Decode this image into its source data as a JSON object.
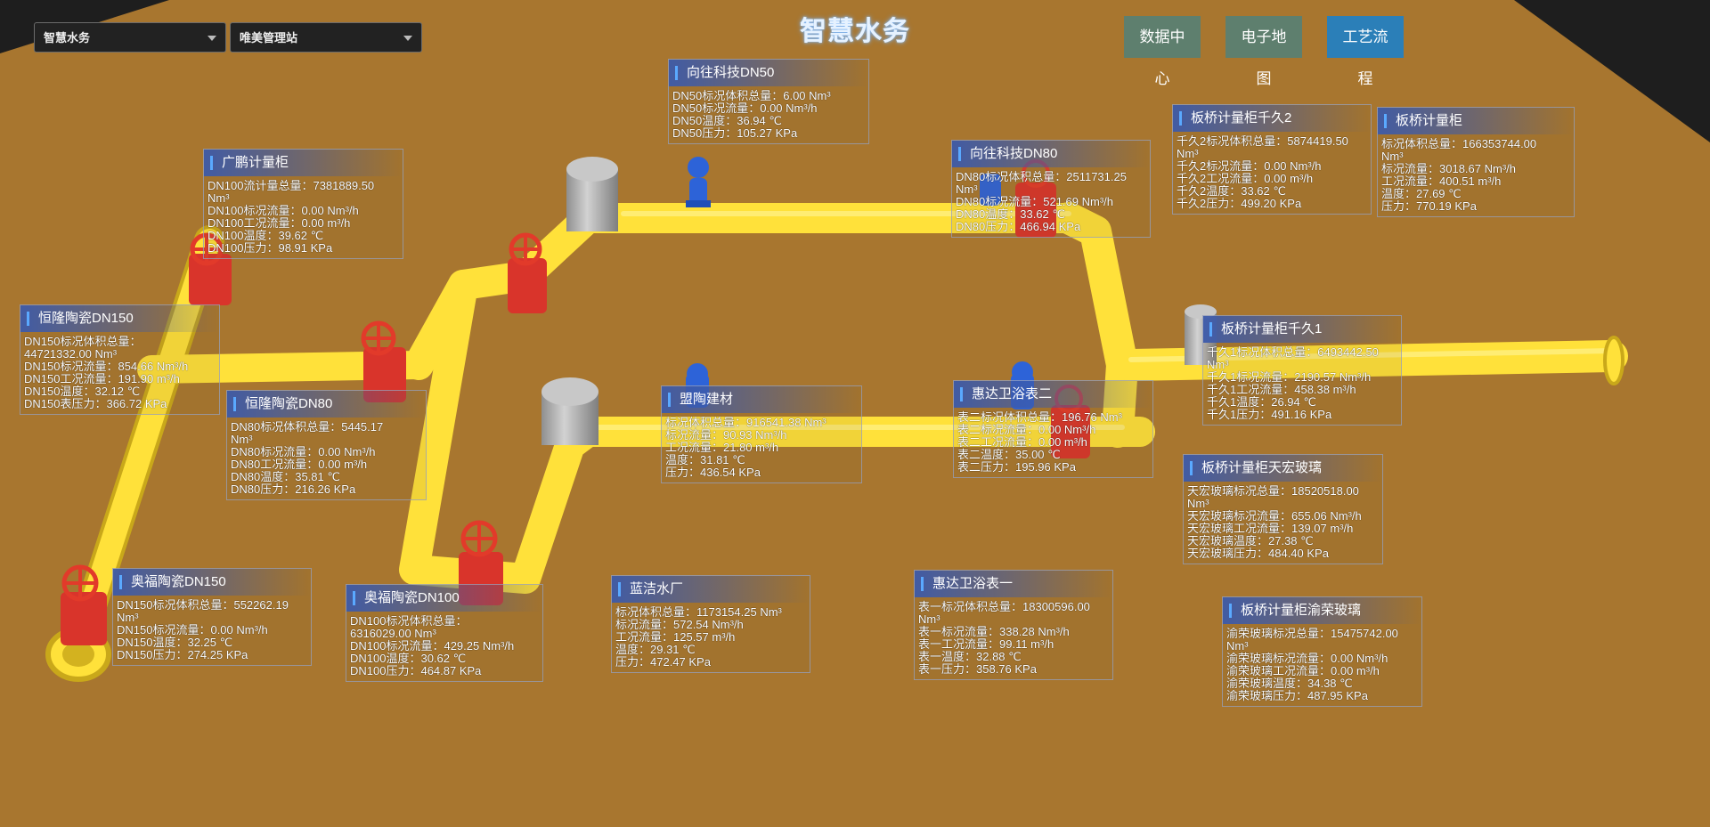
{
  "header": {
    "title": "智慧水务",
    "selects": [
      {
        "value": "智慧水务"
      },
      {
        "value": "唯美管理站"
      }
    ],
    "nav": [
      {
        "label": "数据中心",
        "color": "#5e7f6e"
      },
      {
        "label": "电子地图",
        "color": "#5e7f6e"
      },
      {
        "label": "工艺流程",
        "color": "#2b7fb8"
      }
    ]
  },
  "colors": {
    "ground": "#a8762f",
    "pipe": "#ffe13a",
    "valve_red": "#e23a2a",
    "valve_blue": "#2d63d8",
    "tank": "#b5b5b5"
  },
  "panels": [
    {
      "name": "guangpeng",
      "title": "广鹏计量柜",
      "lines": [
        "DN100流计量总量：7381889.50",
        "Nm³",
        "DN100标况流量：0.00 Nm³/h",
        "DN100工况流量：0.00 m³/h",
        "DN100温度：39.62 ℃",
        "DN100压力：98.91 KPa"
      ]
    },
    {
      "name": "henglong-dn150",
      "title": "恒隆陶瓷DN150",
      "lines": [
        "DN150标况体积总量：",
        "44721332.00 Nm³",
        "DN150标况流量：854.66 Nm³/h",
        "DN150工况流量：191.90 m³/h",
        "DN150温度：32.12 ℃",
        "DN150表压力：366.72 KPa"
      ]
    },
    {
      "name": "henglong-dn80",
      "title": "恒隆陶瓷DN80",
      "lines": [
        "DN80标况体积总量：5445.17",
        "Nm³",
        "DN80标况流量：0.00 Nm³/h",
        "DN80工况流量：0.00 m³/h",
        "DN80温度：35.81 ℃",
        "DN80压力：216.26 KPa"
      ]
    },
    {
      "name": "aofu-dn150",
      "title": "奥福陶瓷DN150",
      "lines": [
        "DN150标况体积总量：552262.19",
        "Nm³",
        "DN150标况流量：0.00 Nm³/h",
        "DN150温度：32.25 ℃",
        "DN150压力：274.25 KPa"
      ]
    },
    {
      "name": "aofu-dn100",
      "title": "奥福陶瓷DN100",
      "lines": [
        "DN100标况体积总量：",
        "6316029.00 Nm³",
        "DN100标况流量：429.25 Nm³/h",
        "DN100温度：30.62 ℃",
        "DN100压力：464.87 KPa"
      ]
    },
    {
      "name": "xiangwang-dn50",
      "title": "向往科技DN50",
      "lines": [
        "DN50标况体积总量：6.00 Nm³",
        "DN50标况流量：0.00 Nm³/h",
        "DN50温度：36.94 ℃",
        "DN50压力：105.27 KPa"
      ]
    },
    {
      "name": "xiangwang-dn80",
      "title": "向往科技DN80",
      "lines": [
        "DN80标况体积总量：2511731.25",
        "Nm³",
        "DN80标况流量：521.69 Nm³/h",
        "DN80温度：33.62 ℃",
        "DN80压力：466.94 KPa"
      ]
    },
    {
      "name": "mengtao",
      "title": "盟陶建材",
      "lines": [
        "标况体积总量：916541.38 Nm³",
        "标况流量：90.93 Nm³/h",
        "工况流量：21.80 m³/h",
        "温度：31.81 ℃",
        "压力：436.54 KPa"
      ]
    },
    {
      "name": "lanjie",
      "title": "蓝洁水厂",
      "lines": [
        "标况体积总量：1173154.25 Nm³",
        "标况流量：572.54 Nm³/h",
        "工况流量：125.57 m³/h",
        "温度：29.31 ℃",
        "压力：472.47 KPa"
      ]
    },
    {
      "name": "huida-2",
      "title": "惠达卫浴表二",
      "lines": [
        "表二标况体积总量：196.76 Nm³",
        "表二标况流量：0.00 Nm³/h",
        "表二工况流量：0.00 m³/h",
        "表二温度：35.00 ℃",
        "表二压力：195.96 KPa"
      ]
    },
    {
      "name": "huida-1",
      "title": "惠达卫浴表一",
      "lines": [
        "表一标况体积总量：18300596.00",
        "Nm³",
        "表一标况流量：338.28 Nm³/h",
        "表一工况流量：99.11 m³/h",
        "表一温度：32.88 ℃",
        "表一压力：358.76 KPa"
      ]
    },
    {
      "name": "banqiao-qianjiu2",
      "title": "板桥计量柜千久2",
      "lines": [
        "千久2标况体积总量：5874419.50",
        "Nm³",
        "千久2标况流量：0.00 Nm³/h",
        "千久2工况流量：0.00 m³/h",
        "千久2温度：33.62 ℃",
        "千久2压力：499.20 KPa"
      ]
    },
    {
      "name": "banqiao",
      "title": "板桥计量柜",
      "lines": [
        "标况体积总量：166353744.00",
        "Nm³",
        "标况流量：3018.67 Nm³/h",
        "工况流量：400.51 m³/h",
        "温度：27.69 ℃",
        "压力：770.19 KPa"
      ]
    },
    {
      "name": "banqiao-qianjiu1",
      "title": "板桥计量柜千久1",
      "lines": [
        "千久1标况体积总量：6493442.50",
        "Nm³",
        "千久1标况流量：2190.57 Nm³/h",
        "千久1工况流量：458.38 m³/h",
        "千久1温度：26.94 ℃",
        "千久1压力：491.16 KPa"
      ]
    },
    {
      "name": "banqiao-tianhong",
      "title": "板桥计量柜天宏玻璃",
      "lines": [
        "天宏玻璃标况总量：18520518.00",
        "Nm³",
        "天宏玻璃标况流量：655.06 Nm³/h",
        "天宏玻璃工况流量：139.07 m³/h",
        "天宏玻璃温度：27.38 ℃",
        "天宏玻璃压力：484.40 KPa"
      ]
    },
    {
      "name": "banqiao-yurong",
      "title": "板桥计量柜渝荣玻璃",
      "lines": [
        "渝荣玻璃标况总量：15475742.00",
        "Nm³",
        "渝荣玻璃标况流量：0.00 Nm³/h",
        "渝荣玻璃工况流量：0.00 m³/h",
        "渝荣玻璃温度：34.38 ℃",
        "渝荣玻璃压力：487.95 KPa"
      ]
    }
  ]
}
